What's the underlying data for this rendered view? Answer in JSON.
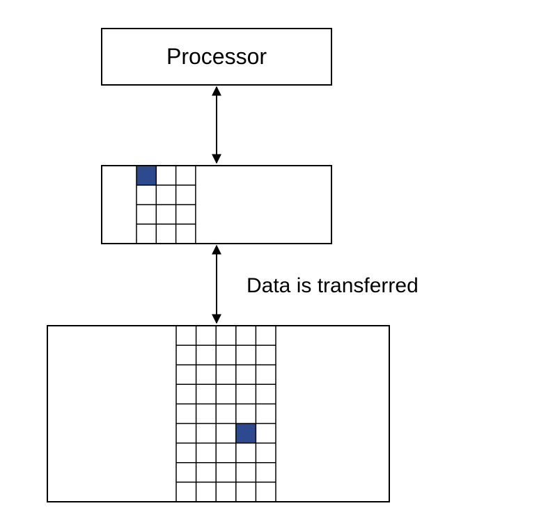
{
  "processor": {
    "label": "Processor"
  },
  "transfer_label": "Data is transferred",
  "cache": {
    "rows": 4,
    "cols": 3,
    "highlighted": {
      "row": 0,
      "col": 0
    }
  },
  "memory": {
    "rows": 9,
    "cols": 5,
    "highlighted": {
      "row": 5,
      "col": 3
    }
  },
  "colors": {
    "highlight": "#2e4a8f",
    "stroke": "#000000"
  }
}
